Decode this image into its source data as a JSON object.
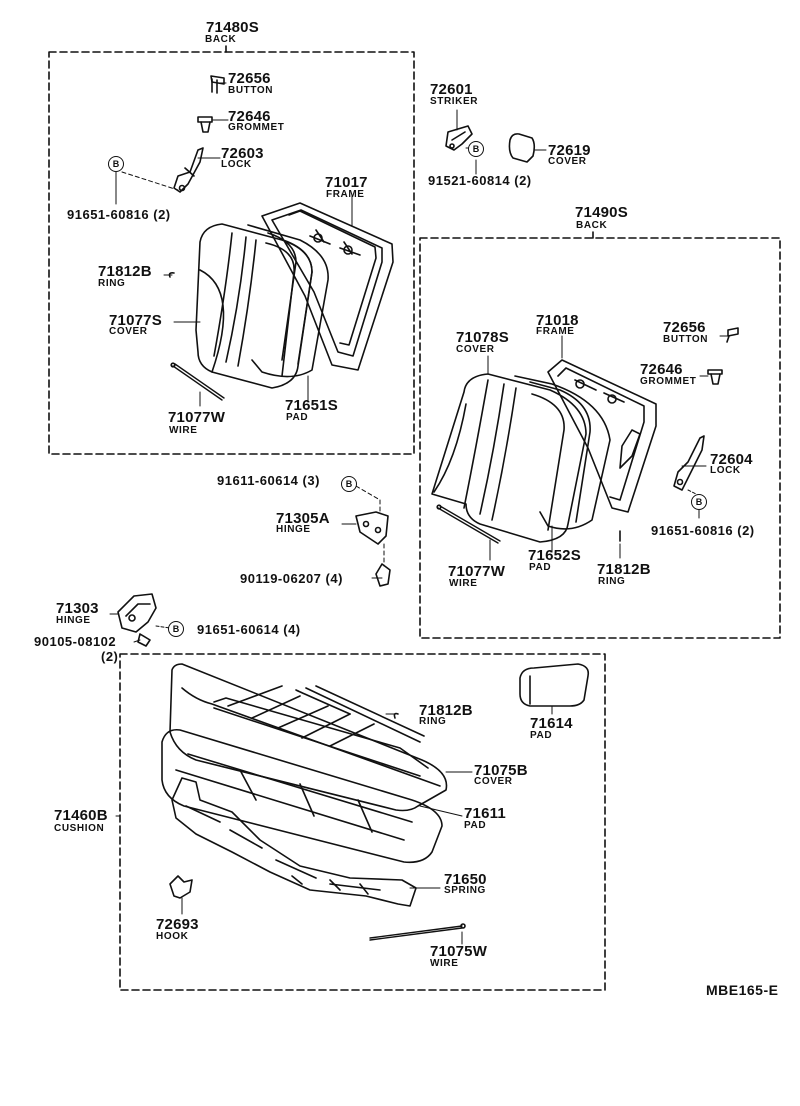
{
  "groups": {
    "left_back": {
      "part_no": "71480S",
      "name": "BACK"
    },
    "right_back": {
      "part_no": "71490S",
      "name": "BACK"
    },
    "cushion": {
      "part_no": "71460B",
      "name": "CUSHION"
    }
  },
  "bolt_marker": "B",
  "labels": {
    "p72656_l": {
      "part_no": "72656",
      "name": "BUTTON"
    },
    "p72646_l": {
      "part_no": "72646",
      "name": "GROMMET"
    },
    "p72603": {
      "part_no": "72603",
      "name": "LOCK"
    },
    "bolt_91651_60816_l": {
      "part_no": "91651-60816 (2)"
    },
    "p71017": {
      "part_no": "71017",
      "name": "FRAME"
    },
    "p71812b_l": {
      "part_no": "71812B",
      "name": "RING"
    },
    "p71077s": {
      "part_no": "71077S",
      "name": "COVER"
    },
    "p71077w_l": {
      "part_no": "71077W",
      "name": "WIRE"
    },
    "p71651s": {
      "part_no": "71651S",
      "name": "PAD"
    },
    "p72601": {
      "part_no": "72601",
      "name": "STRIKER"
    },
    "bolt_91521_60814": {
      "part_no": "91521-60814 (2)"
    },
    "p72619": {
      "part_no": "72619",
      "name": "COVER"
    },
    "p71018": {
      "part_no": "71018",
      "name": "FRAME"
    },
    "p71078s": {
      "part_no": "71078S",
      "name": "COVER"
    },
    "p72656_r": {
      "part_no": "72656",
      "name": "BUTTON"
    },
    "p72646_r": {
      "part_no": "72646",
      "name": "GROMMET"
    },
    "p72604": {
      "part_no": "72604",
      "name": "LOCK"
    },
    "bolt_91651_60816_r": {
      "part_no": "91651-60816 (2)"
    },
    "p71077w_r": {
      "part_no": "71077W",
      "name": "WIRE"
    },
    "p71652s": {
      "part_no": "71652S",
      "name": "PAD"
    },
    "p71812b_r": {
      "part_no": "71812B",
      "name": "RING"
    },
    "bolt_91611_60614": {
      "part_no": "91611-60614 (3)"
    },
    "p71305a": {
      "part_no": "71305A",
      "name": "HINGE"
    },
    "bolt_90119_06207": {
      "part_no": "90119-06207 (4)"
    },
    "p71303": {
      "part_no": "71303",
      "name": "HINGE"
    },
    "bolt_91651_60614": {
      "part_no": "91651-60614 (4)"
    },
    "bolt_90105_08102": {
      "part_no": "90105-08102",
      "qty": "(2)"
    },
    "p71812b_c": {
      "part_no": "71812B",
      "name": "RING"
    },
    "p71614": {
      "part_no": "71614",
      "name": "PAD"
    },
    "p71075b": {
      "part_no": "71075B",
      "name": "COVER"
    },
    "p71611": {
      "part_no": "71611",
      "name": "PAD"
    },
    "p71650": {
      "part_no": "71650",
      "name": "SPRING"
    },
    "p72693": {
      "part_no": "72693",
      "name": "HOOK"
    },
    "p71075w": {
      "part_no": "71075W",
      "name": "WIRE"
    }
  },
  "diagram_code": "MBE165-E"
}
